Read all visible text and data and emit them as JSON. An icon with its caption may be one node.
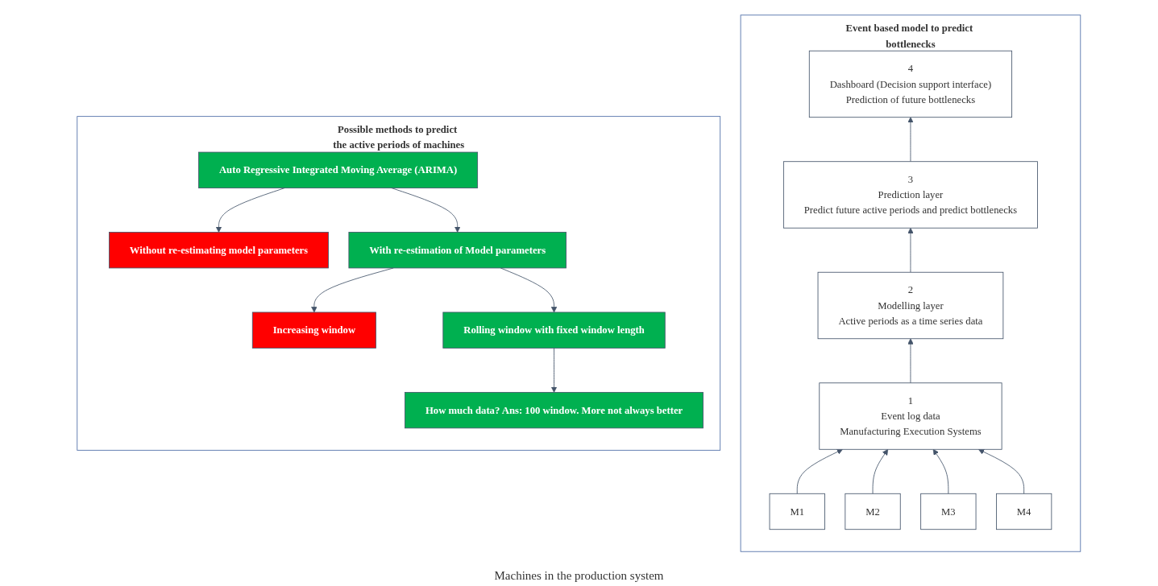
{
  "diagram": {
    "nodes": [
      {
        "text": [
          "Event based model to predict bottlenecks"
        ]
      },
      {
        "text": [
          "4",
          "Dashboard (Decision support interface)",
          "Prediction of future bottlenecks"
        ],
        "in": 0
      },
      {
        "text": [
          "3",
          "Prediction layer",
          "Predict future active periods and predict bottlenecks"
        ],
        "in": 0
      },
      {
        "text": [
          "2",
          "Modelling layer",
          "Active periods as a time series data"
        ],
        "in": 0
      },
      {
        "text": [
          "1",
          "Event log data",
          "Manufacturing Execution Systems"
        ],
        "in": 0
      },
      {
        "text": [
          "M1"
        ],
        "in": 0
      },
      {
        "text": [
          "M2"
        ],
        "in": 0
      },
      {
        "text": [
          "M3"
        ],
        "in": 0
      },
      {
        "text": [
          "M4"
        ],
        "in": 0
      },
      {
        "text": [
          "Possible methods to predict the active periods of machines"
        ]
      },
      {
        "text": [
          "Auto Regressive Integrated Moving Average (ARIMA)"
        ],
        "in": 9
      },
      {
        "text": [
          "Without re-estimating model parameters"
        ],
        "in": 9
      },
      {
        "text": [
          "With re-estimation of Model parameters"
        ],
        "in": 9
      },
      {
        "text": [
          "Increasing window"
        ],
        "in": 9
      },
      {
        "text": [
          "Rolling window with fixed window length"
        ],
        "in": 9
      },
      {
        "text": [
          "How much data? Ans: 100 window. More not always better"
        ],
        "in": 9
      }
    ],
    "edges": [
      {
        "from": 5,
        "to": 4,
        "arrow": "to"
      },
      {
        "from": 6,
        "to": 4,
        "arrow": "to"
      },
      {
        "from": 7,
        "to": 4,
        "arrow": "to"
      },
      {
        "from": 8,
        "to": 4,
        "arrow": "to"
      },
      {
        "from": 4,
        "to": 3,
        "arrow": "to"
      },
      {
        "from": 3,
        "to": 2,
        "arrow": "to"
      },
      {
        "from": 2,
        "to": 1,
        "arrow": "to"
      },
      {
        "from": 10,
        "to": 11,
        "arrow": "to"
      },
      {
        "from": 10,
        "to": 12,
        "arrow": "to"
      },
      {
        "from": 12,
        "to": 13,
        "arrow": "to"
      },
      {
        "from": 12,
        "to": 14,
        "arrow": "to"
      },
      {
        "from": 14,
        "to": 15,
        "arrow": "to"
      }
    ],
    "labels": [
      "Machines in the production system"
    ]
  }
}
